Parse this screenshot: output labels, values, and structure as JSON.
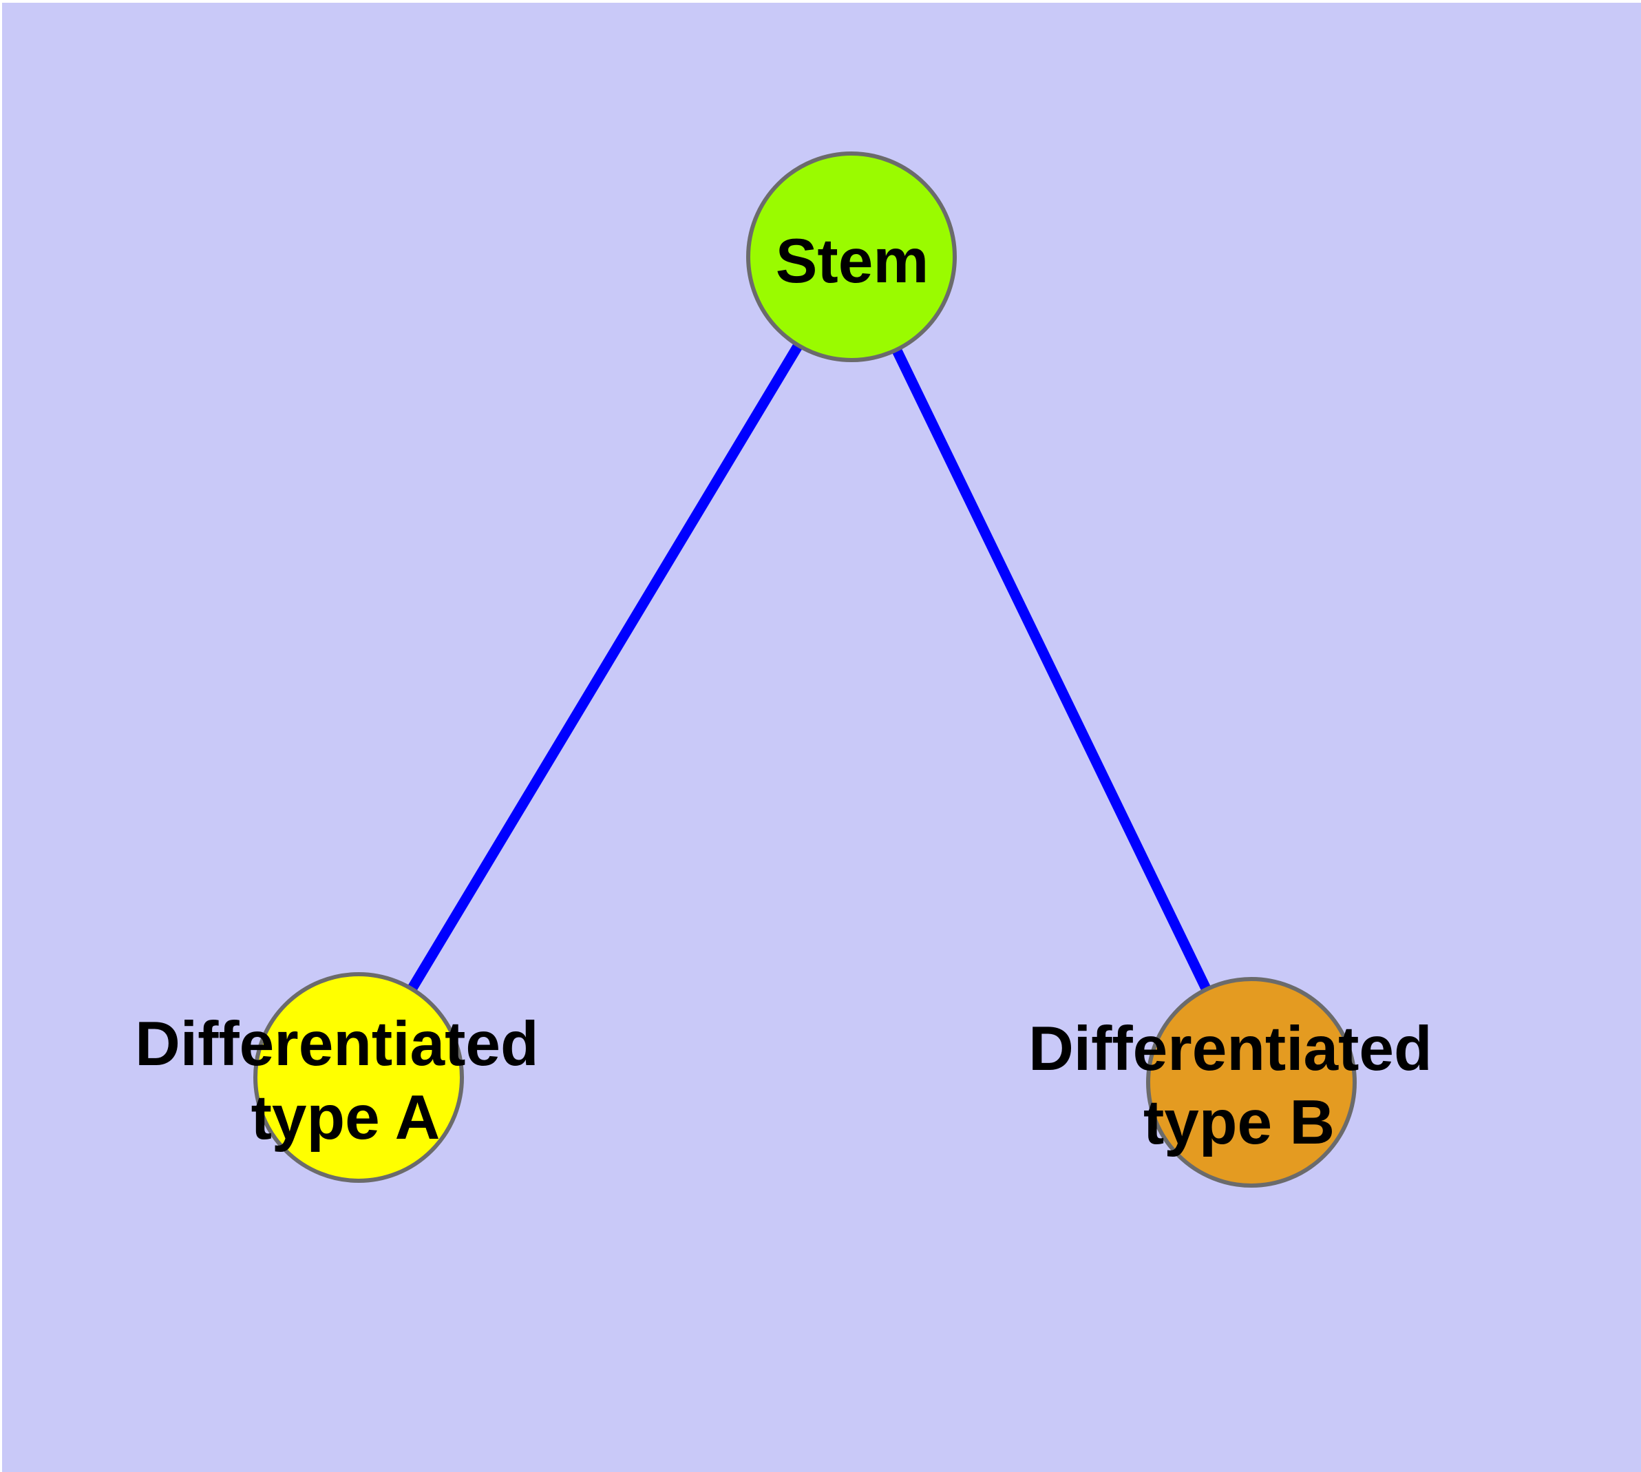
{
  "figure": {
    "description": "Graph diagram of stem cell differentiation with one parent node and two child nodes",
    "margin_color": "#FFFFFF",
    "background_color": "#C9C9F8",
    "text_color": "#000000",
    "edge_color": "#0000FF",
    "node_border_color": "#6B6B6B",
    "nodes": [
      {
        "id": "stem",
        "label": "Stem",
        "label_lines": [
          "Stem"
        ],
        "fill": "#9AFB00"
      },
      {
        "id": "differentiated-type-a",
        "label": "Differentiated type A",
        "label_lines": [
          "Differentiated",
          "type A"
        ],
        "fill": "#FFFF00"
      },
      {
        "id": "differentiated-type-b",
        "label": "Differentiated type B",
        "label_lines": [
          "Differentiated",
          "type B"
        ],
        "fill": "#E49B21"
      }
    ],
    "edges": [
      {
        "from": "Stem",
        "to": "Differentiated type A"
      },
      {
        "from": "Stem",
        "to": "Differentiated type B"
      }
    ]
  }
}
